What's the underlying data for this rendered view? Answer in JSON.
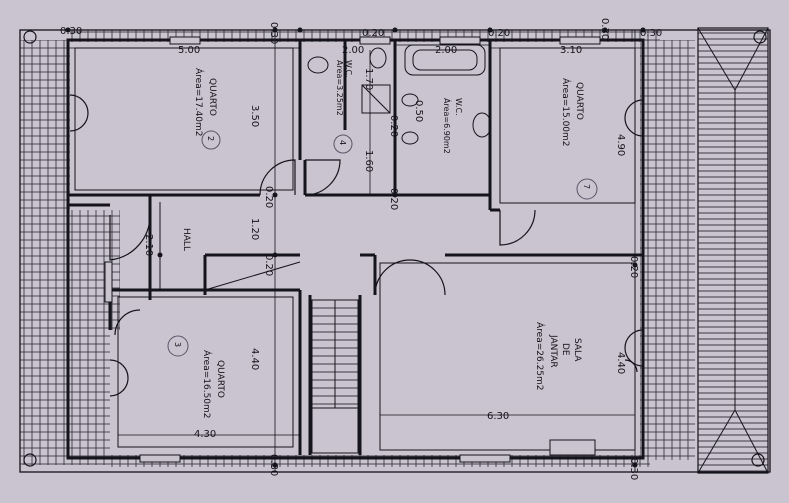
{
  "rooms": {
    "quarto_left": {
      "name": "QUARTO",
      "area": "Área=17.40m2",
      "number": "2"
    },
    "wc_small": {
      "name": "W.C.",
      "area": "Área=3.25m2",
      "number": "4"
    },
    "wc_large": {
      "name": "W.C.",
      "area": "Área=6.90m2"
    },
    "quarto_right": {
      "name": "QUARTO",
      "area": "Área=15.00m2",
      "number": "7"
    },
    "hall": {
      "name": "HALL"
    },
    "quarto_bottom": {
      "name": "QUARTO",
      "area": "Área=16.50m2",
      "number": "3"
    },
    "sala": {
      "name_line1": "SALA",
      "name_line2": "DE",
      "name_line3": "JANTAR",
      "area": "Área=26.25m2"
    }
  },
  "dimensions": {
    "top_left_030": "0.30",
    "top_500": "5.00",
    "top_030_mid": "0.30",
    "wc_200": "2.00",
    "wc_020": "0.20",
    "bath_200": "2.00",
    "top_020_b": "0.20",
    "top_310": "3.10",
    "top_030_r1": "0.30",
    "top_030_r2": "0.30",
    "wc_170": "1.70",
    "vert_350": "3.50",
    "wc_050": "0.50",
    "wc_020_b": "0.20",
    "wc_160": "1.60",
    "right_490": "4.90",
    "mid_020_a": "0.20",
    "mid_120": "1.20",
    "mid_020_b": "0.20",
    "hall_210": "2.10",
    "mid_020_c": "0.20",
    "right_020": "0.20",
    "vert_440": "4.40",
    "right_440": "4.40",
    "sala_630": "6.30",
    "bottom_430": "4.30",
    "bottom_030": "0.30",
    "bottom_030_r": "0.30"
  },
  "colors": {
    "paper": "#c9c4d0",
    "ink": "#15131b",
    "pencil": "#5a5568"
  }
}
